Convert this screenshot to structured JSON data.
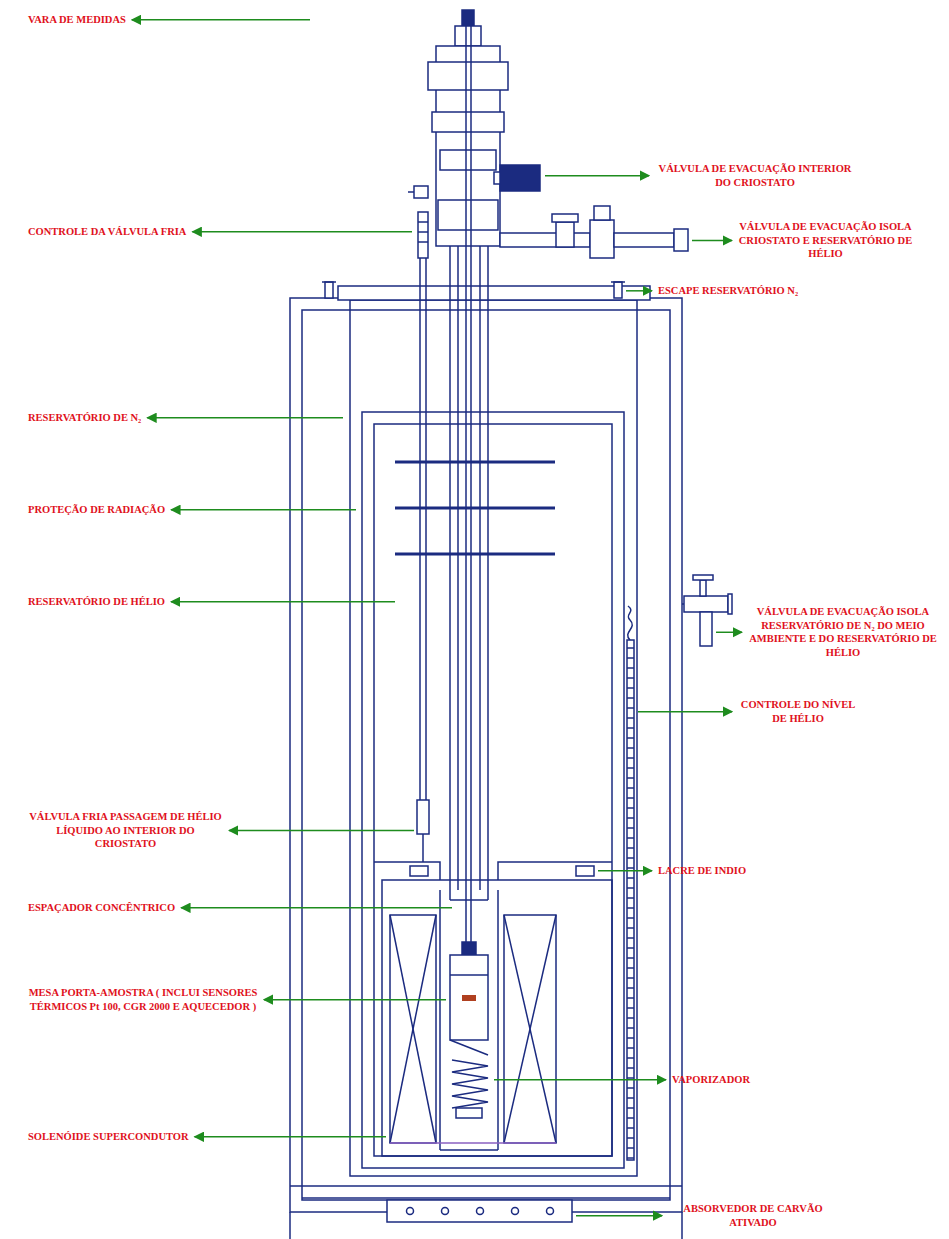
{
  "diagram": {
    "labels": [
      "VARA DE MEDIDAS",
      "VÁLVULA DE EVACUAÇÃO INTERIOR DO CRIOSTATO",
      "CONTROLE DA VÁLVULA FRIA",
      "VÁLVULA DE EVACUAÇÃO ISOLA CRIOSTATO E RESERVATÓRIO DE HÉLIO",
      "ESCAPE RESERVATÓRIO N₂",
      "RESERVATÓRIO DE N₂",
      "PROTEÇÃO DE RADIAÇÃO",
      "VÁLVULA DE EVACUAÇÃO ISOLA RESERVATÓRIO DE N₂ DO MEIO AMBIENTE E DO RESERVATÓRIO DE HÉLIO",
      "RESERVATÓRIO DE HÉLIO",
      "CONTROLE DO NÍVEL DE HÉLIO",
      "VÁLVULA FRIA PASSAGEM DE HÉLIO LÍQUIDO AO INTERIOR DO CRIOSTATO",
      "LACRE DE INDIO",
      "ESPAÇADOR CONCÊNTRICO",
      "MESA PORTA-AMOSTRA ( INCLUI SENSORES TÉRMICOS Pt 100, CGR 2000 E AQUECEDOR )",
      "VAPORIZADOR",
      "SOLENÓIDE SUPERCONDUTOR",
      "ABSORVEDOR DE CARVÃO ATIVADO"
    ]
  }
}
